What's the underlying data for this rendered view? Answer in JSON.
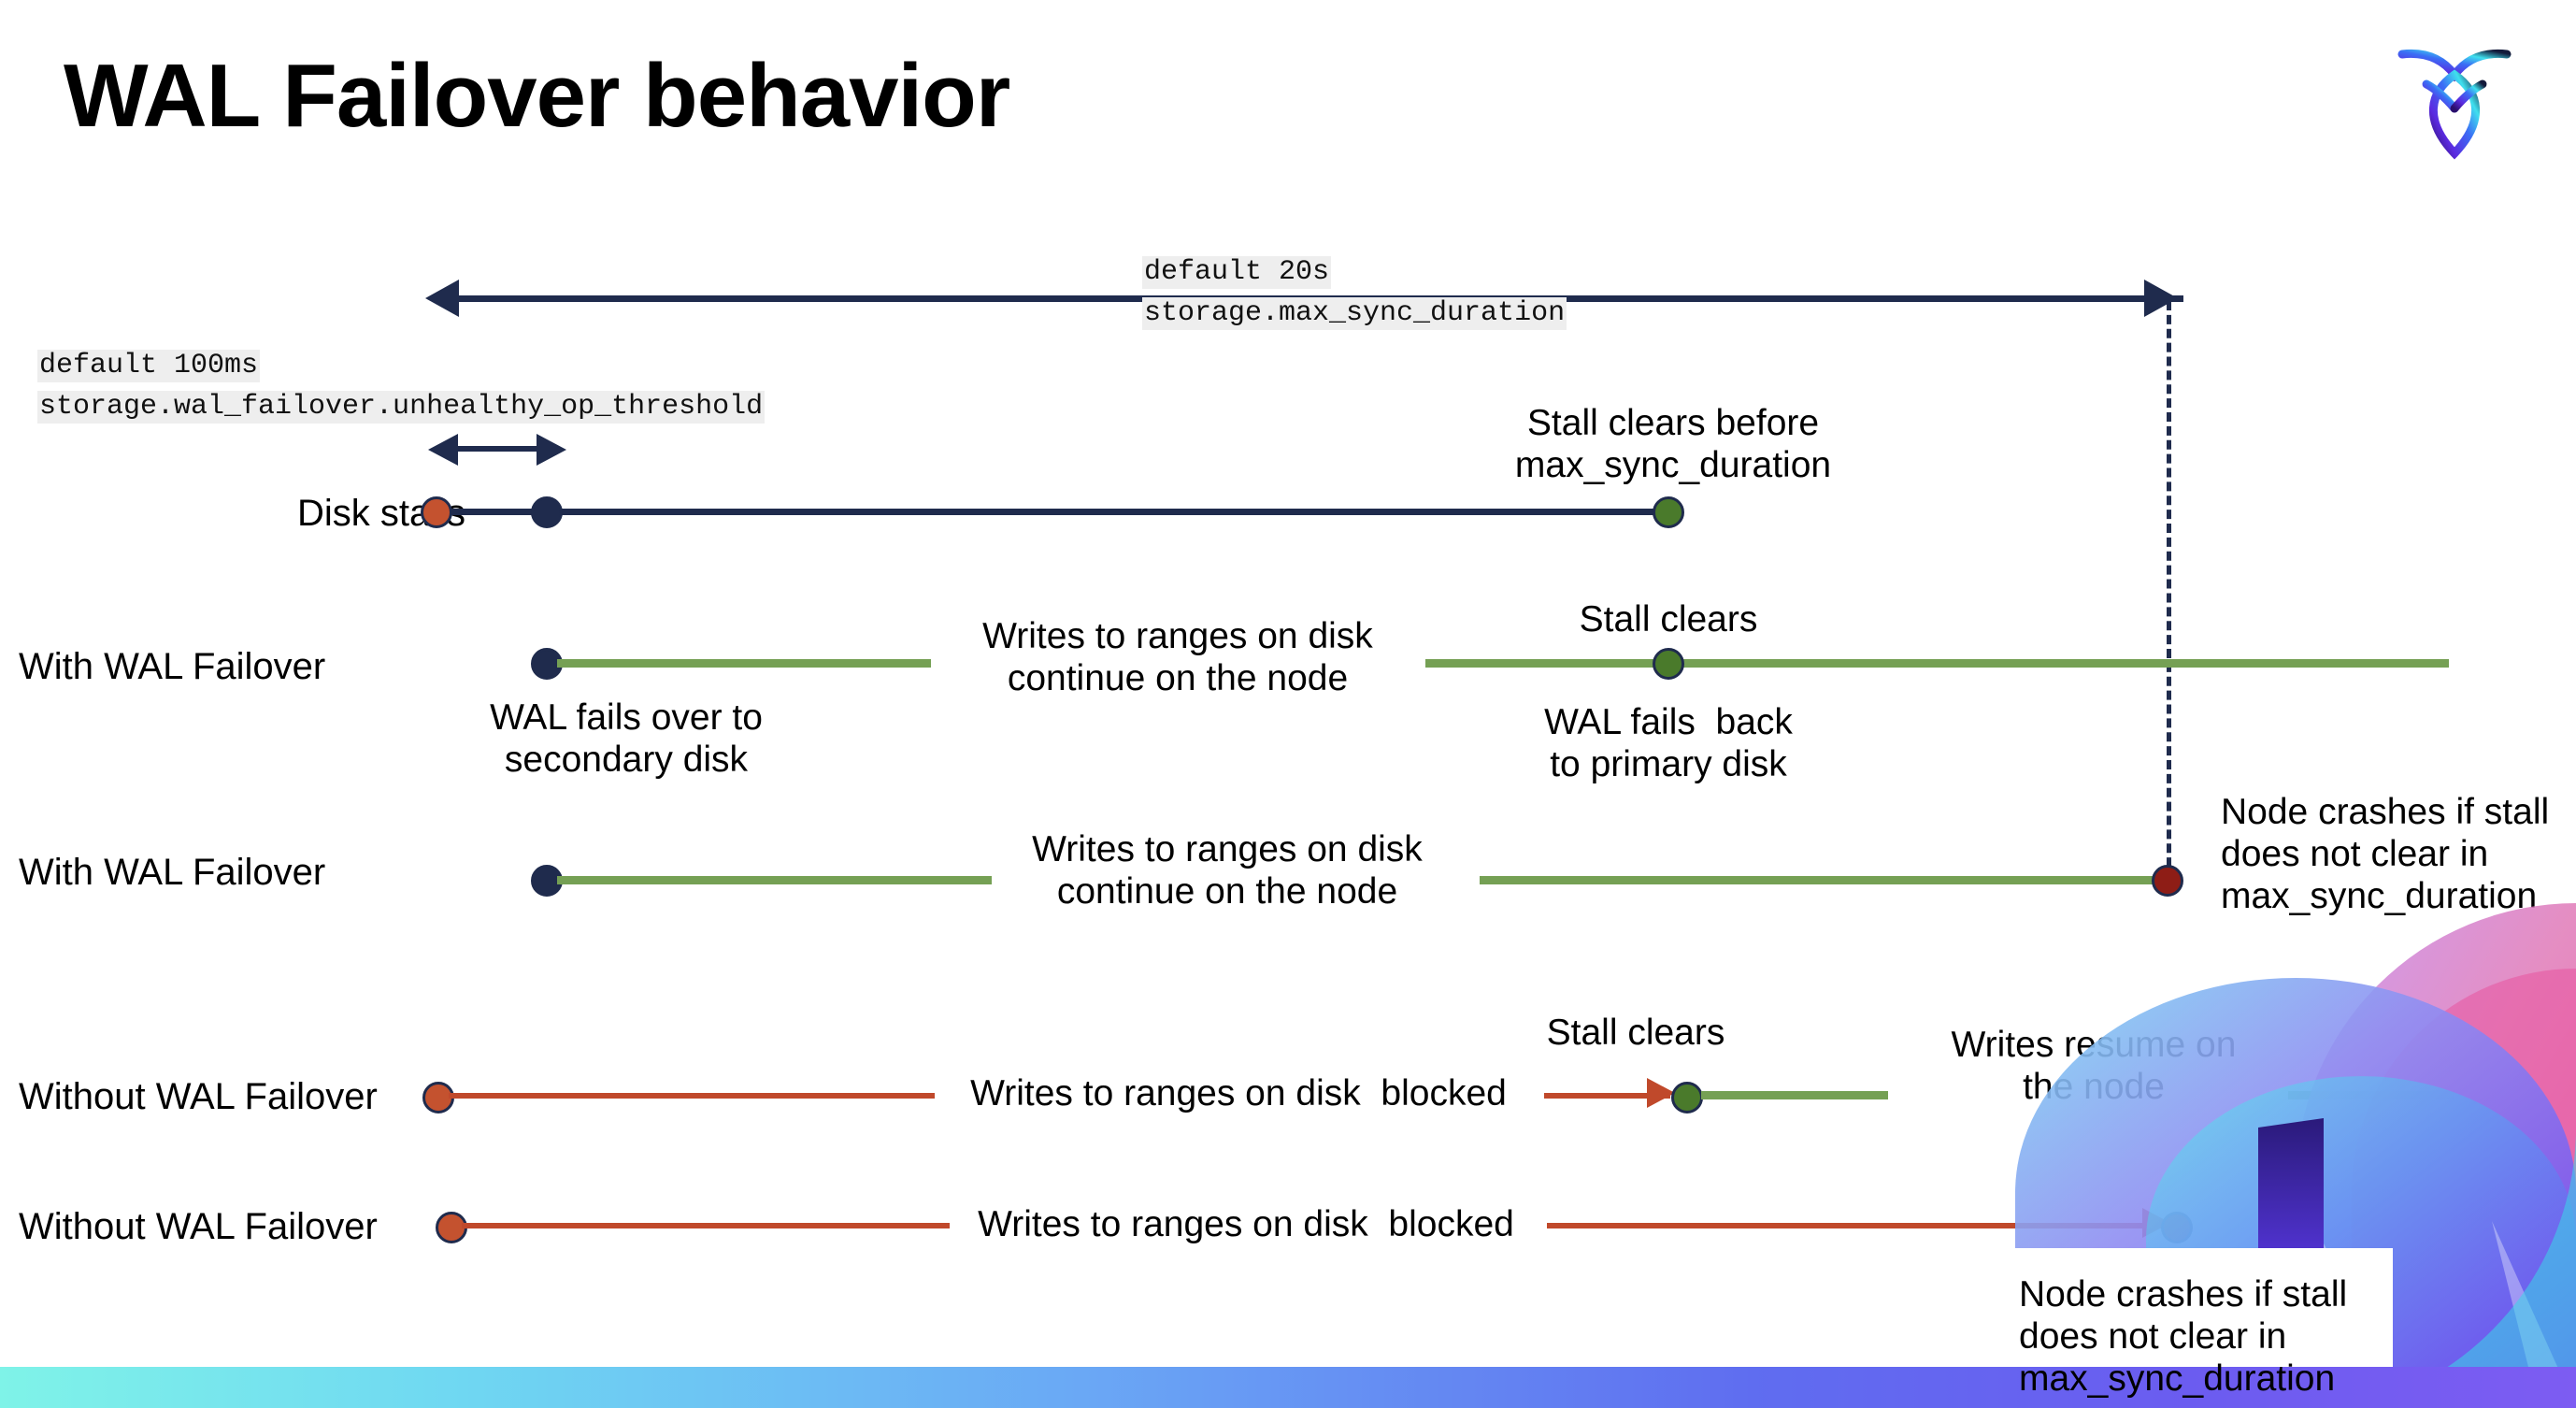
{
  "slide": {
    "title": "WAL Failover behavior",
    "logo_name": "cockroachdb-logo"
  },
  "annotations": {
    "max_sync_default": "default 20s",
    "max_sync_setting": "storage.max_sync_duration",
    "unhealthy_default": "default 100ms",
    "unhealthy_setting": "storage.wal_failover.unhealthy_op_threshold"
  },
  "rows": [
    {
      "label": "Disk stalls",
      "note_right": "Stall clears before\nmax_sync_duration"
    },
    {
      "label": "With WAL Failover",
      "note_mid": "Writes to ranges on disk\ncontinue on the node",
      "note_stall": "Stall clears",
      "note_below_start": "WAL fails over to\nsecondary disk",
      "note_below_stall": "WAL fails  back\nto primary disk"
    },
    {
      "label": "With WAL Failover",
      "note_mid": "Writes to ranges on disk\ncontinue on the node",
      "note_crash": "Node crashes if stall\ndoes not clear in\nmax_sync_duration"
    },
    {
      "label": "Without WAL Failover",
      "note_mid": "Writes to ranges on disk  blocked",
      "note_stall": "Stall clears",
      "note_resume": "Writes resume on\nthe node"
    },
    {
      "label": "Without WAL Failover",
      "note_mid": "Writes to ranges on disk  blocked",
      "note_crash": "Node crashes if stall\ndoes not clear in\nmax_sync_duration"
    }
  ],
  "colors": {
    "navy": "#1f2b4d",
    "green": "#75a054",
    "red": "#c0492b",
    "dot_red": "#c4522f",
    "dot_green": "#4a7a2b",
    "dot_dark_red": "#8e1d16",
    "code_bg": "#eeeeee"
  }
}
